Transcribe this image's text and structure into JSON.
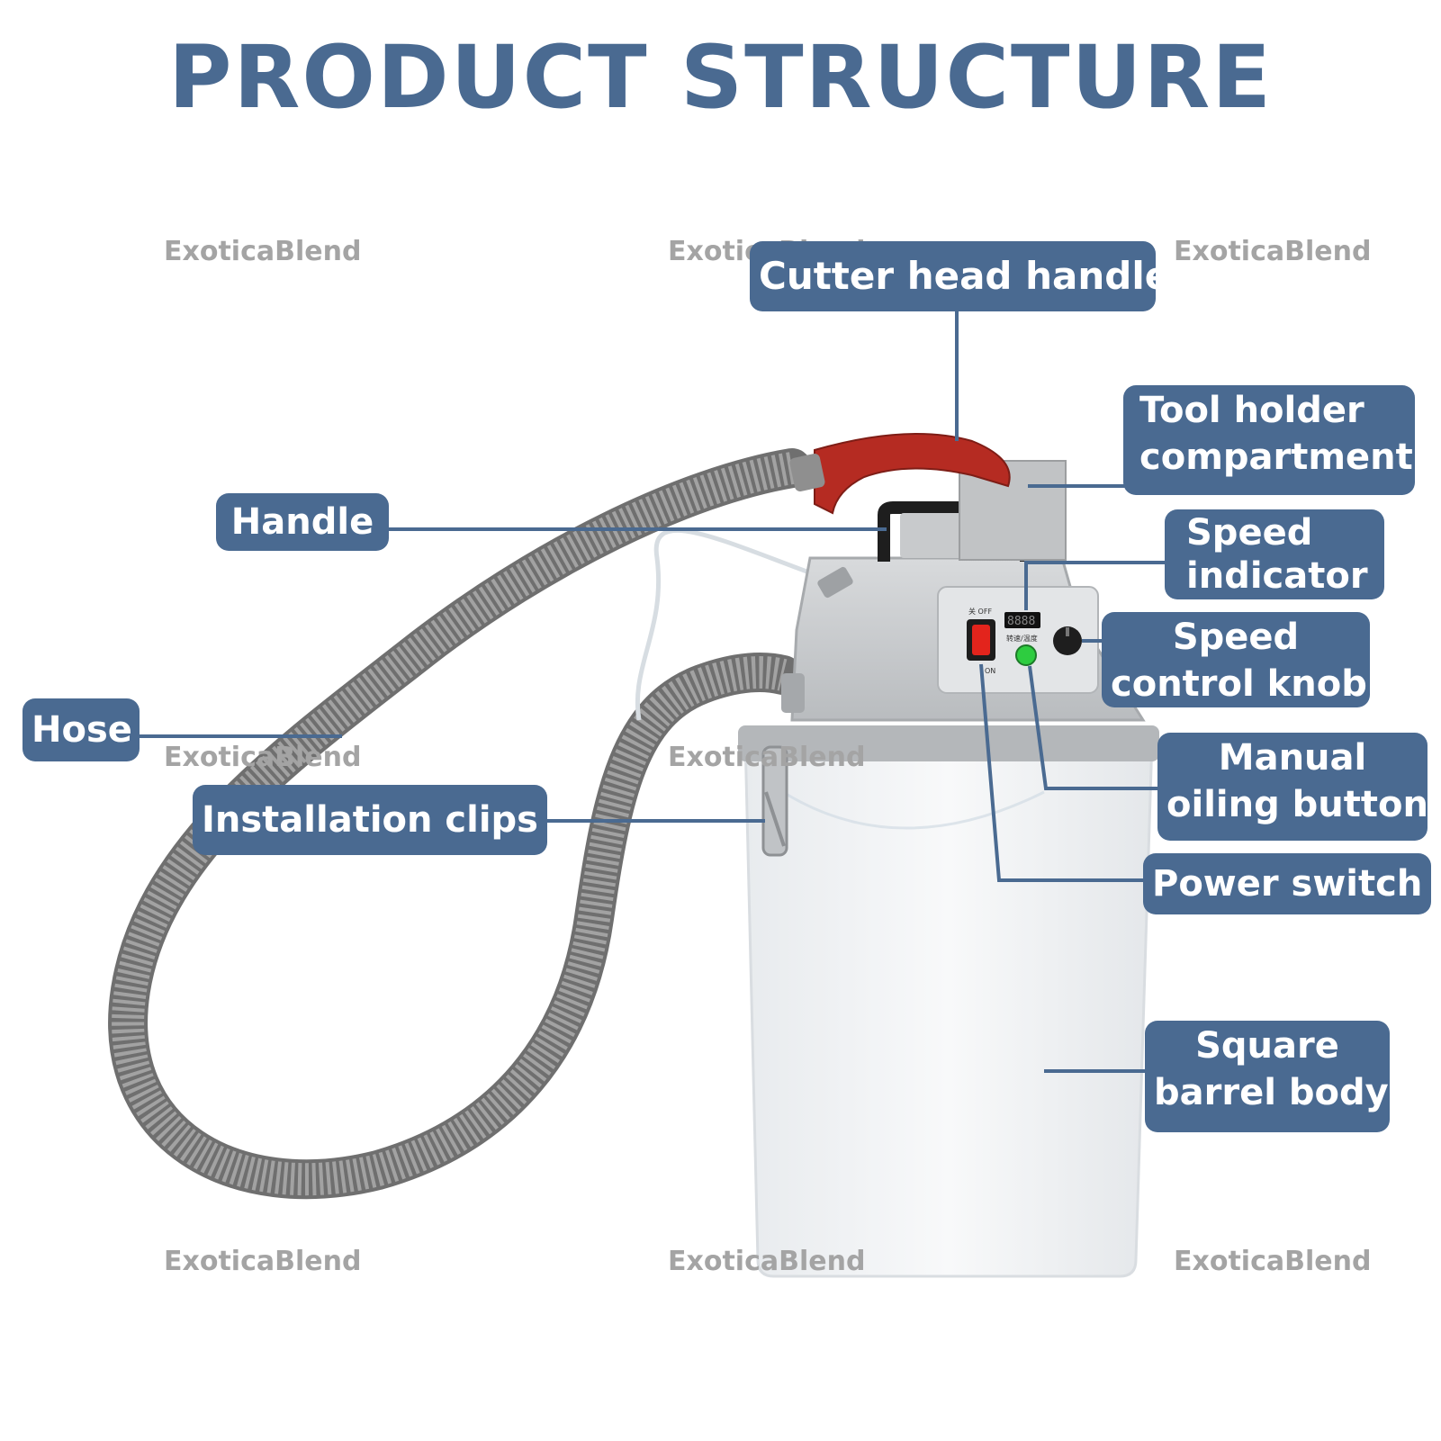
{
  "title": "PRODUCT STRUCTURE",
  "watermark": "ExoticaBlend",
  "colors": {
    "accent": "#4a6a91",
    "label_text": "#ffffff",
    "watermark": "#a4a4a4",
    "hose": "#8f8f8f",
    "cutter_head": "#b52b22",
    "barrel": "#f1f3f5",
    "housing": "#c9cbcd"
  },
  "labels": {
    "cutter_head_handle": "Cutter head handle",
    "tool_holder_compartment_1": "Tool holder",
    "tool_holder_compartment_2": "compartment",
    "handle": "Handle",
    "speed_indicator_1": "Speed",
    "speed_indicator_2": "indicator",
    "speed_control_knob_1": "Speed",
    "speed_control_knob_2": "control knob",
    "hose": "Hose",
    "manual_oiling_button_1": "Manual",
    "manual_oiling_button_2": "oiling button",
    "installation_clips": "Installation clips",
    "power_switch": "Power switch",
    "square_barrel_body_1": "Square",
    "square_barrel_body_2": "barrel body"
  },
  "panel": {
    "switch_off_text": "关 OFF",
    "switch_on_text": "ON",
    "display_text": "8888",
    "display_caption": "转速/温度"
  }
}
